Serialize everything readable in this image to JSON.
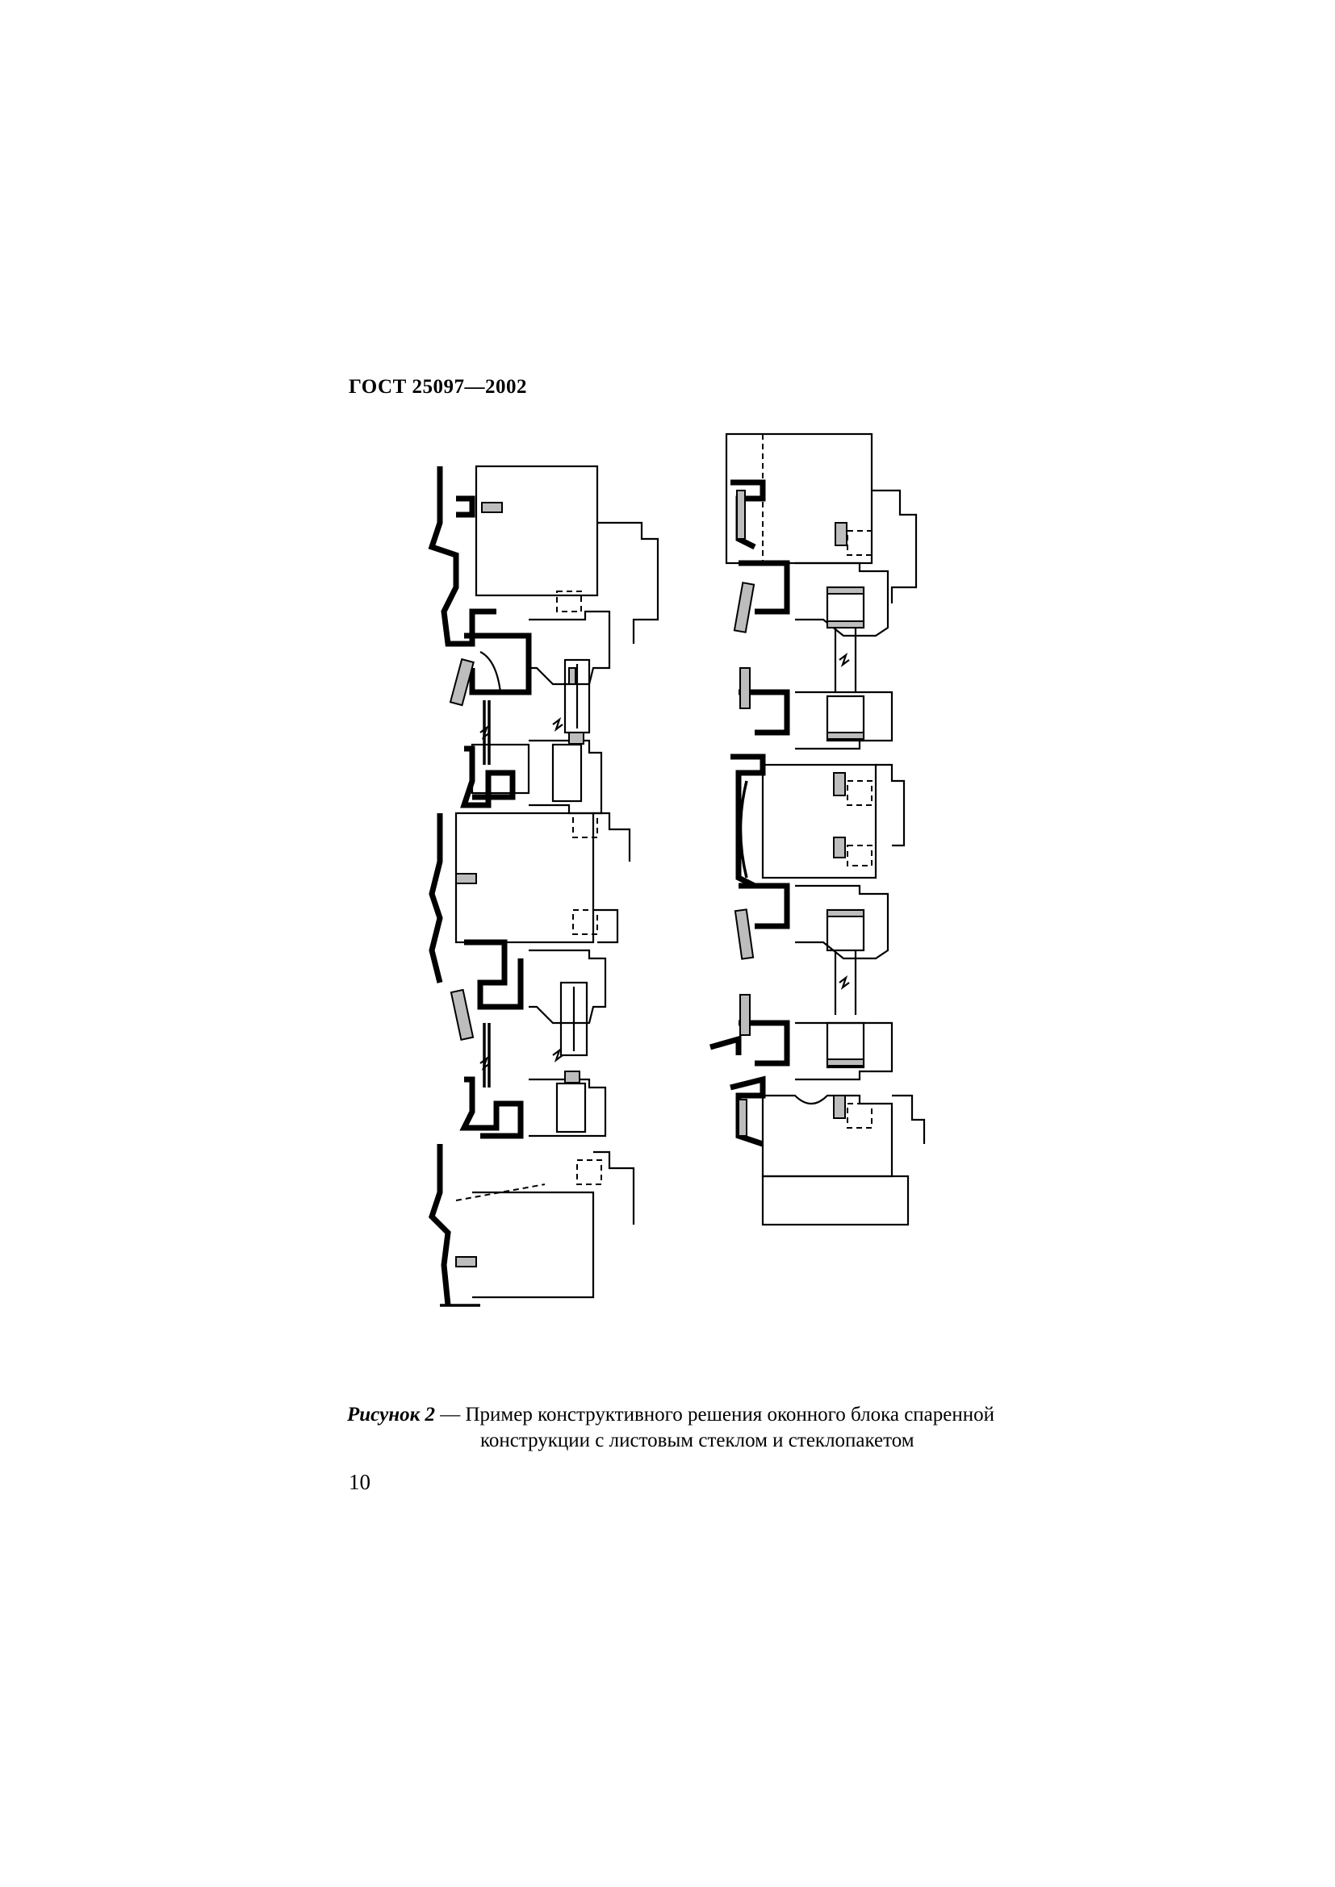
{
  "document": {
    "header": "ГОСТ 25097—2002",
    "figure_alt": "window-block-cross-section-drawing",
    "caption_lead": "Рисунок 2",
    "caption_dash": " — ",
    "caption_line1": "Пример конструктивного решения оконного блока спаренной",
    "caption_line2": "конструкции с листовым стеклом и стеклопакетом",
    "page_number": "10"
  }
}
